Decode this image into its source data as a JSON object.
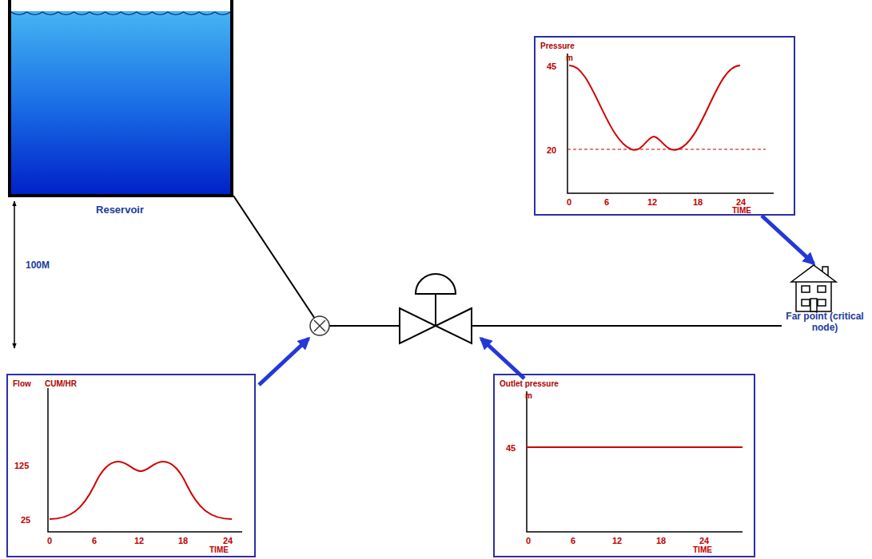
{
  "diagram": {
    "nodes": [
      {
        "text": [
          "Reservoir"
        ]
      },
      {
        "text": [
          "Pressure",
          "m",
          "45",
          "20",
          "0",
          "6",
          "12",
          "18",
          "24",
          "TIME"
        ]
      },
      {
        "text": [
          "Far point (critical node)"
        ]
      },
      {
        "text": [
          "Flow",
          "CUM/HR",
          "125",
          "25",
          "0",
          "6",
          "12",
          "18",
          "24",
          "TIME"
        ]
      },
      {
        "text": [
          "Outlet pressure",
          "m",
          "45",
          "0",
          "6",
          "12",
          "18",
          "24",
          "TIME"
        ]
      }
    ],
    "edges": [
      {
        "from": 0,
        "to": 2,
        "arrow": "none"
      },
      {
        "from": 1,
        "to": 2,
        "arrow": "to"
      }
    ],
    "labels": [
      "100M"
    ]
  }
}
